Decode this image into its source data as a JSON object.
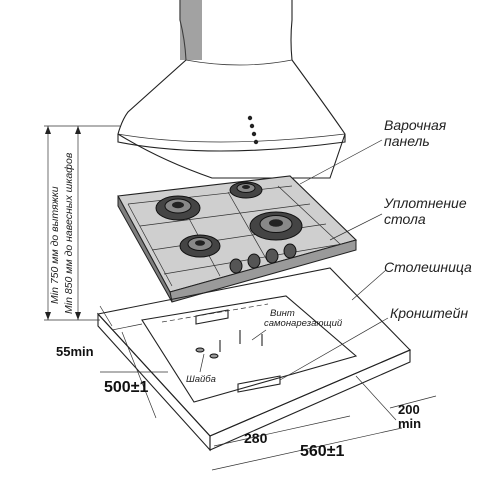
{
  "labels": {
    "hob": [
      "Варочная",
      "панель"
    ],
    "seal": [
      "Уплотнение",
      "стола"
    ],
    "countertop": "Столешница",
    "bracket": "Кронштейн",
    "screw": [
      "Винт",
      "самонарезающий"
    ],
    "washer": "Шайба"
  },
  "vertical_notes": {
    "hood_clearance": "Min 750 мм до вытяжки",
    "cabinet_clearance": "Min 850 мм до навесных шкафов"
  },
  "dimensions": {
    "edge_min": "55min",
    "depth": "500±1",
    "rear_min": [
      "200",
      "min"
    ],
    "bracket_spacing": "280",
    "width": "560±1"
  }
}
